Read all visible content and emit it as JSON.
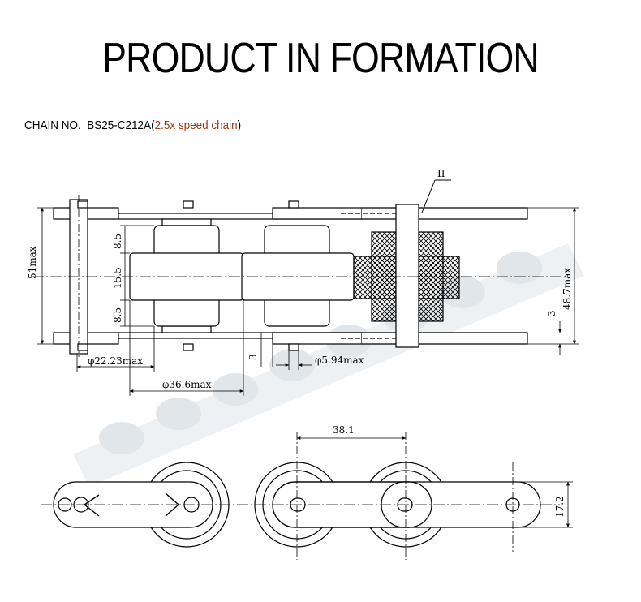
{
  "header": {
    "title": "PRODUCT IN FORMATION",
    "chain_label": "CHAIN NO.",
    "chain_number": "BS25-C212A(",
    "chain_note": "2.5x speed chain",
    "chain_close": ")"
  },
  "colors": {
    "accent": "#9b3a12",
    "line": "#000000",
    "watermark": "#c9d3dc"
  },
  "drawing": {
    "section_mark": "II",
    "dimensions": {
      "overall_width": "51max",
      "roller_top": "8.5",
      "roller_mid": "15.5",
      "roller_bottom": "8.5",
      "inner_width": "48.7max",
      "plate_thickness_right": "3",
      "plate_thickness_left": "3",
      "pin_diameter": "φ22.23max",
      "outer_roller_diameter": "φ36.6max",
      "bush_diameter": "φ5.94max",
      "pitch": "38.1",
      "plate_height": "17.2"
    }
  }
}
